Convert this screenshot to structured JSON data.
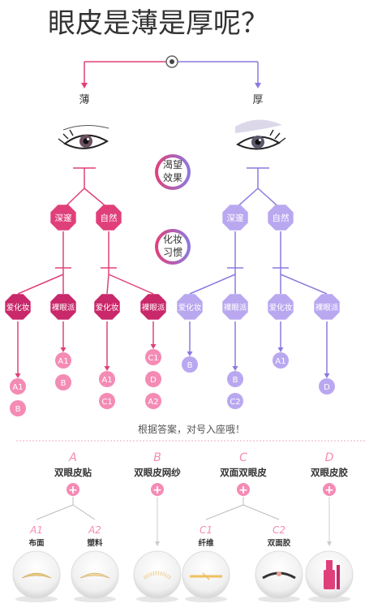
{
  "title": "眼皮是薄是厚呢？",
  "branches": {
    "thin": "薄",
    "thick": "厚"
  },
  "questions": {
    "desired_effect": [
      "渴望",
      "效果"
    ],
    "makeup_habit": [
      "化妆",
      "习惯"
    ]
  },
  "level1": {
    "deep": "深邃",
    "natural": "自然"
  },
  "level2": {
    "loves_makeup": "爱化妆",
    "bare_face": "裸眼派"
  },
  "results": {
    "thin_deep_makeup": [
      "A1",
      "B"
    ],
    "thin_deep_bare": [
      "A1",
      "B"
    ],
    "thin_natural_makeup": [
      "A1",
      "C1"
    ],
    "thin_natural_bare": [
      "C1",
      "D",
      "A2"
    ],
    "thick_deep_makeup": [
      "B"
    ],
    "thick_deep_bare": [
      "B",
      "C2"
    ],
    "thick_natural_makeup": [
      "A1"
    ],
    "thick_natural_bare": [
      "D"
    ]
  },
  "answer_note": "根据答案，对号入座哦！",
  "products": [
    {
      "letter": "A",
      "name": "双眼皮贴",
      "subs": [
        {
          "code": "A1",
          "label": "布面"
        },
        {
          "code": "A2",
          "label": "塑料"
        }
      ]
    },
    {
      "letter": "B",
      "name": "双眼皮网纱",
      "subs": []
    },
    {
      "letter": "C",
      "name": "双面双眼皮",
      "subs": [
        {
          "code": "C1",
          "label": "纤维"
        },
        {
          "code": "C2",
          "label": "双面胶"
        }
      ]
    },
    {
      "letter": "D",
      "name": "双眼皮胶",
      "subs": []
    }
  ],
  "plus_symbol": "+",
  "colors": {
    "pink": "#e0407a",
    "purple": "#8b7ae0",
    "light_pink": "#f48bb5",
    "light_purple": "#b9a8f0",
    "dark_pink": "#c9286a",
    "text": "#333333"
  }
}
